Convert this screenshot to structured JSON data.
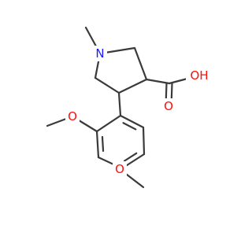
{
  "colors": {
    "bond": "#3a3a3a",
    "nitrogen": "#1a1aff",
    "oxygen": "#ff0d0d",
    "background": "#ffffff"
  },
  "atoms": {
    "n1": {
      "label": "N",
      "color_key": "nitrogen"
    },
    "o_dbl": {
      "label": "O",
      "color_key": "oxygen"
    },
    "o_oh": {
      "label": "OH",
      "color_key": "oxygen"
    },
    "o_m2": {
      "label": "O",
      "color_key": "oxygen"
    },
    "o_m4": {
      "label": "O",
      "color_key": "oxygen"
    }
  }
}
